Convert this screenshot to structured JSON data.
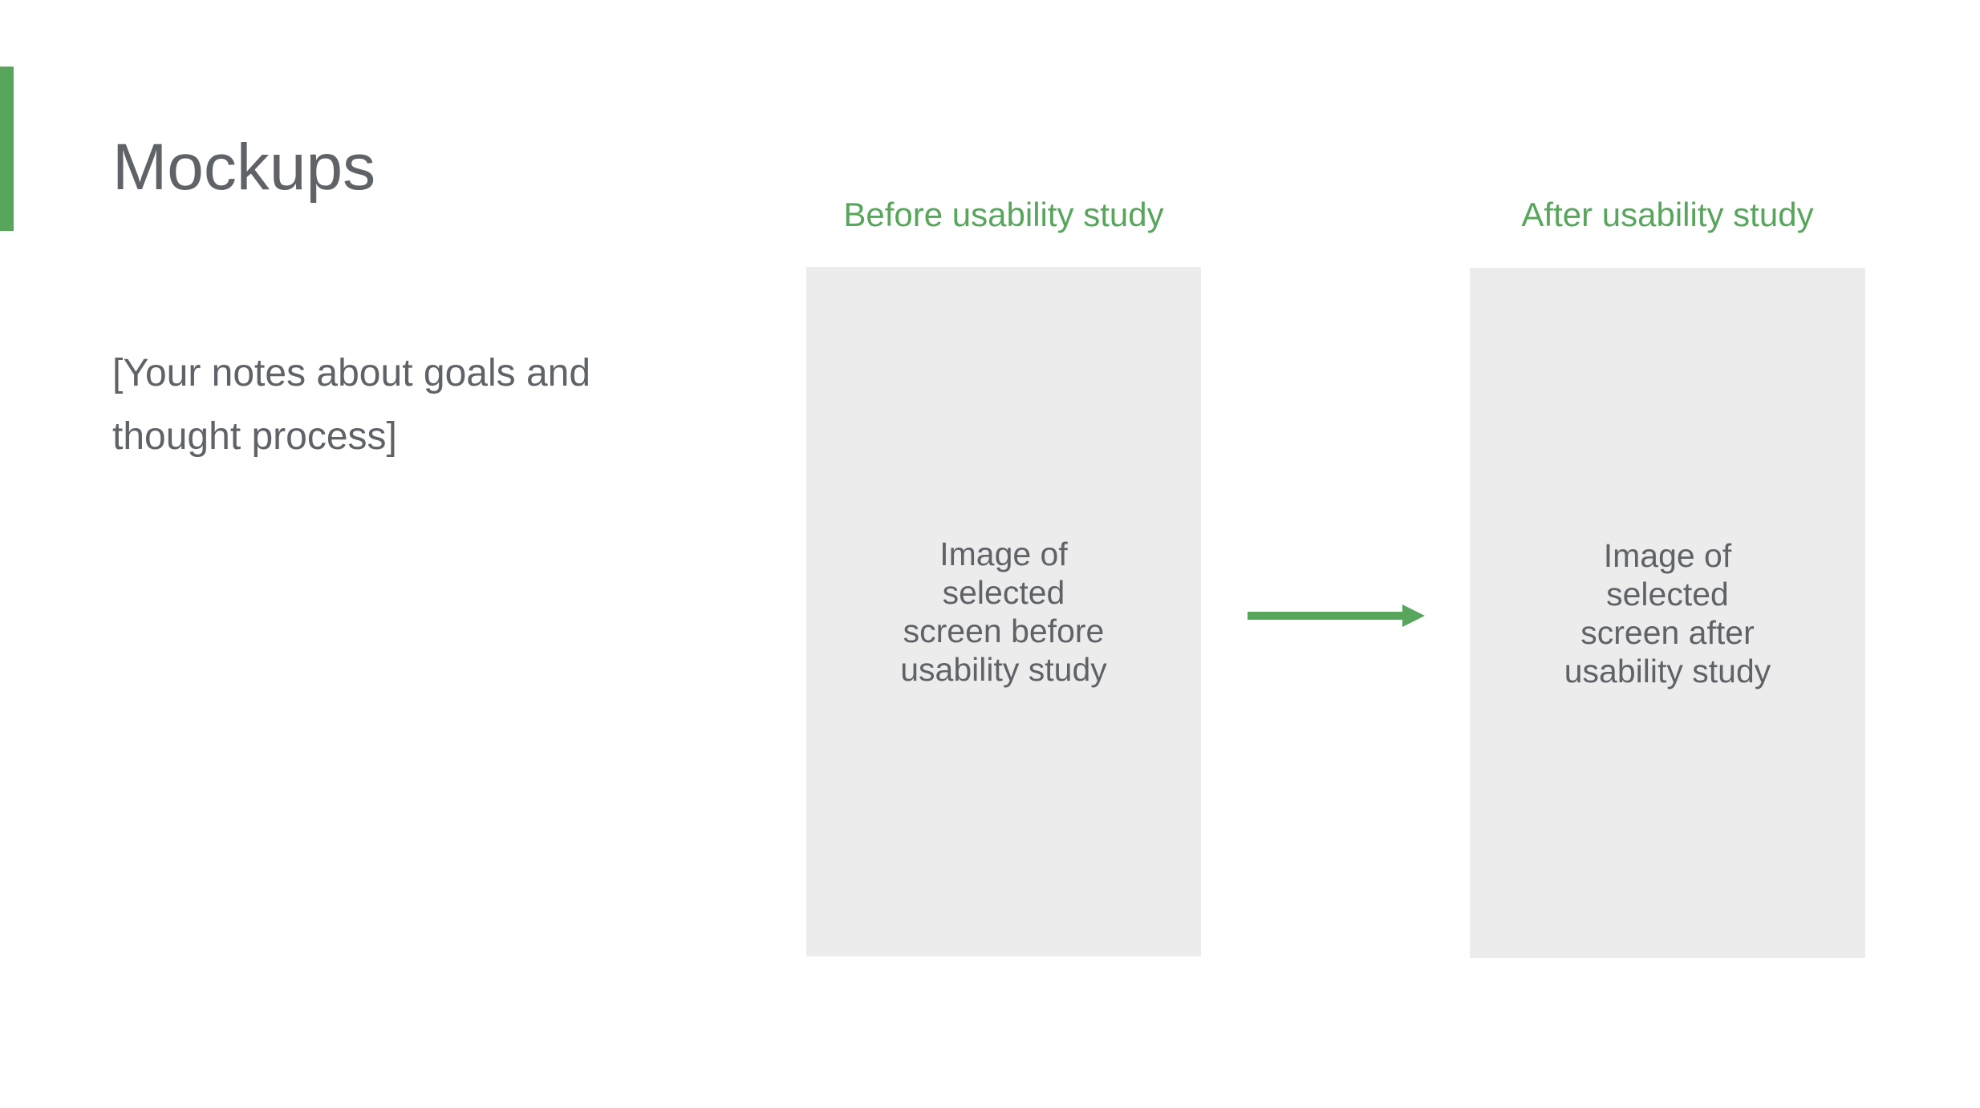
{
  "theme": {
    "accent_green": "#58A55C",
    "text_gray": "#5F6368",
    "placeholder_bg": "#ECECEC",
    "slide_bg": "#FFFFFF"
  },
  "slide": {
    "title": "Mockups",
    "notes": "[Your notes about goals and\nthought process]"
  },
  "comparison": {
    "before": {
      "label": "Before usability study",
      "placeholder_text": "Image of\nselected\nscreen before\nusability study"
    },
    "after": {
      "label": "After usability study",
      "placeholder_text": "Image of\nselected\nscreen after\nusability study"
    },
    "arrow_direction": "right"
  }
}
